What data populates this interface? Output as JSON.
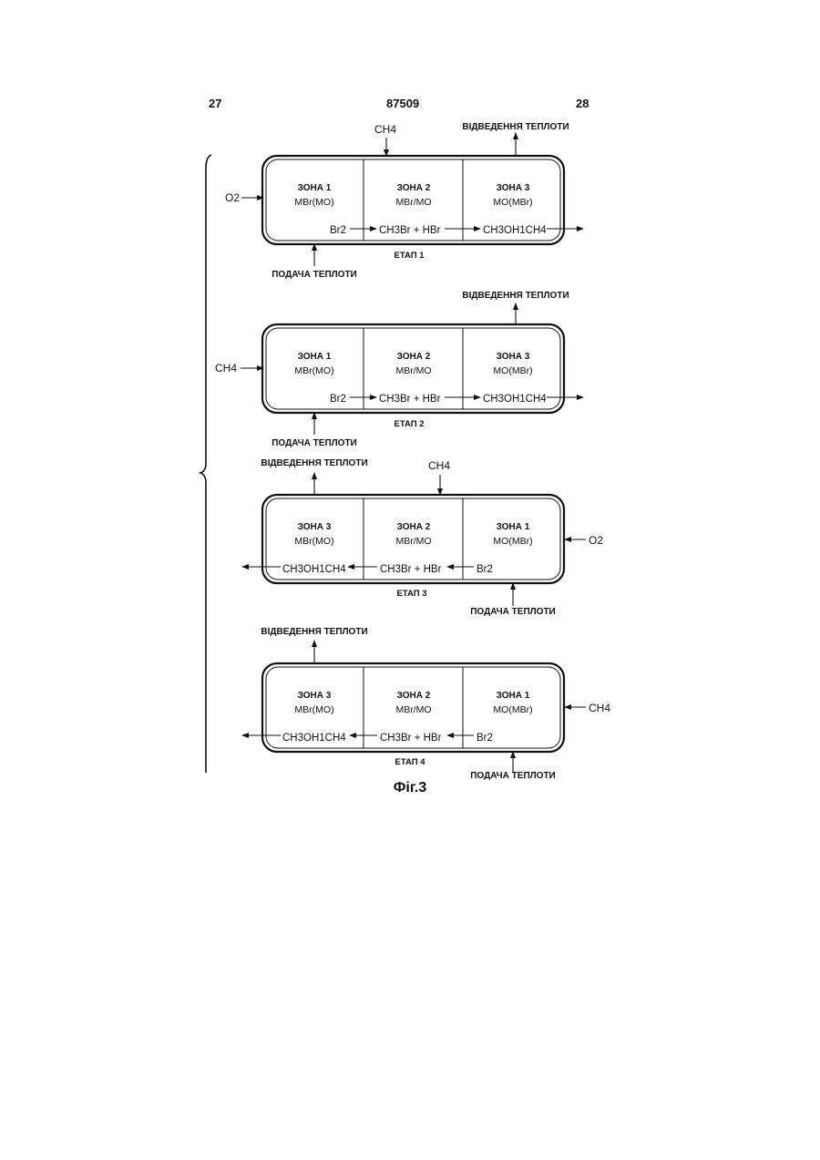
{
  "header": {
    "page_left": "27",
    "doc_number": "87509",
    "page_right": "28"
  },
  "figure_caption": "Фіг.3",
  "labels": {
    "heat_removal": "ВІДВЕДЕННЯ ТЕПЛОТИ",
    "heat_supply": "ПОДАЧА ТЕПЛОТИ"
  },
  "stages": [
    {
      "etap": "ЕТАП 1",
      "zones": [
        {
          "name": "ЗОНА 1",
          "sub": "MBr(MO)"
        },
        {
          "name": "ЗОНА 2",
          "sub": "MBr/MO"
        },
        {
          "name": "ЗОНА 3",
          "sub": "MO(MBr)"
        }
      ],
      "feed": "O2",
      "top_feed": "CH4",
      "chain": {
        "br": "Br2",
        "mid": "CH3Br + HBr",
        "product": "CH3OH1CH4"
      }
    },
    {
      "etap": "ЕТАП 2",
      "zones": [
        {
          "name": "ЗОНА 1",
          "sub": "MBr(MO)"
        },
        {
          "name": "ЗОНА 2",
          "sub": "MBr/MO"
        },
        {
          "name": "ЗОНА 3",
          "sub": "MO(MBr)"
        }
      ],
      "feed": "CH4",
      "chain": {
        "br": "Br2",
        "mid": "CH3Br + HBr",
        "product": "CH3OH1CH4"
      }
    },
    {
      "etap": "ЕТАП 3",
      "zones": [
        {
          "name": "ЗОНА 3",
          "sub": "MBr(MO)"
        },
        {
          "name": "ЗОНА 2",
          "sub": "MBr/MO"
        },
        {
          "name": "ЗОНА 1",
          "sub": "MO(MBr)"
        }
      ],
      "feed": "O2",
      "top_feed": "CH4",
      "chain": {
        "br": "Br2",
        "mid": "CH3Br + HBr",
        "product": "CH3OH1CH4"
      }
    },
    {
      "etap": "ЕТАП 4",
      "zones": [
        {
          "name": "ЗОНА 3",
          "sub": "MBr(MO)"
        },
        {
          "name": "ЗОНА 2",
          "sub": "MBr/MO"
        },
        {
          "name": "ЗОНА 1",
          "sub": "MO(MBr)"
        }
      ],
      "feed": "CH4",
      "chain": {
        "br": "Br2",
        "mid": "CH3Br + HBr",
        "product": "CH3OH1CH4"
      }
    }
  ]
}
